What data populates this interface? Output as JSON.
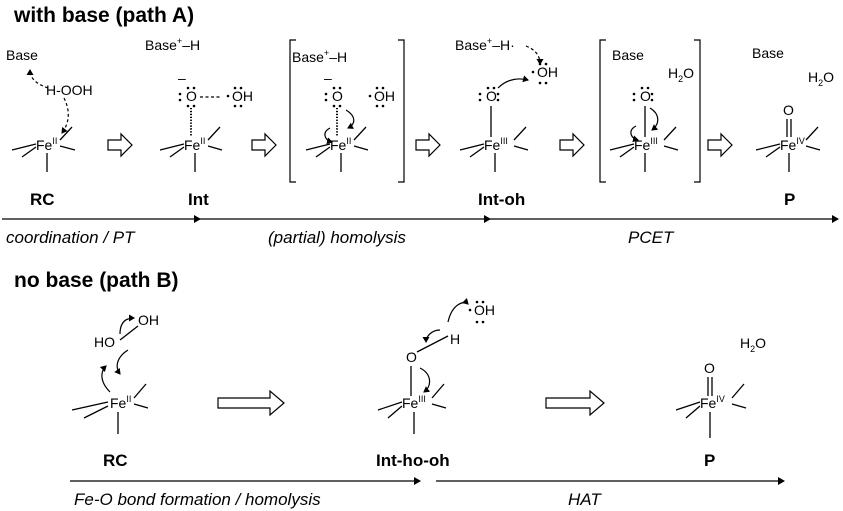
{
  "section_a": {
    "title": "with base (path A)",
    "labels": {
      "rc": "RC",
      "int": "Int",
      "int_oh": "Int-oh",
      "p": "P"
    },
    "processes": [
      "coordination / PT",
      "(partial) homolysis",
      "PCET"
    ]
  },
  "section_b": {
    "title": "no base (path B)",
    "labels": {
      "rc": "RC",
      "int": "Int-ho-oh",
      "p": "P"
    },
    "processes": [
      "Fe-O bond formation / homolysis",
      "HAT"
    ]
  },
  "chem": {
    "base": "Base",
    "base_plus": "Base",
    "plus_sign": "+",
    "h_bond": "–H",
    "h_bond_dot": "–H·",
    "h": "H",
    "hooh": "H-OOH",
    "ho": "HO",
    "oh": "OH",
    "o": "O",
    "fe": "Fe",
    "ox_ii": "II",
    "ox_iii": "III",
    "ox_iv": "IV",
    "water_h": "H",
    "water_sub": "2",
    "water_o": "O",
    "minus": "–"
  }
}
